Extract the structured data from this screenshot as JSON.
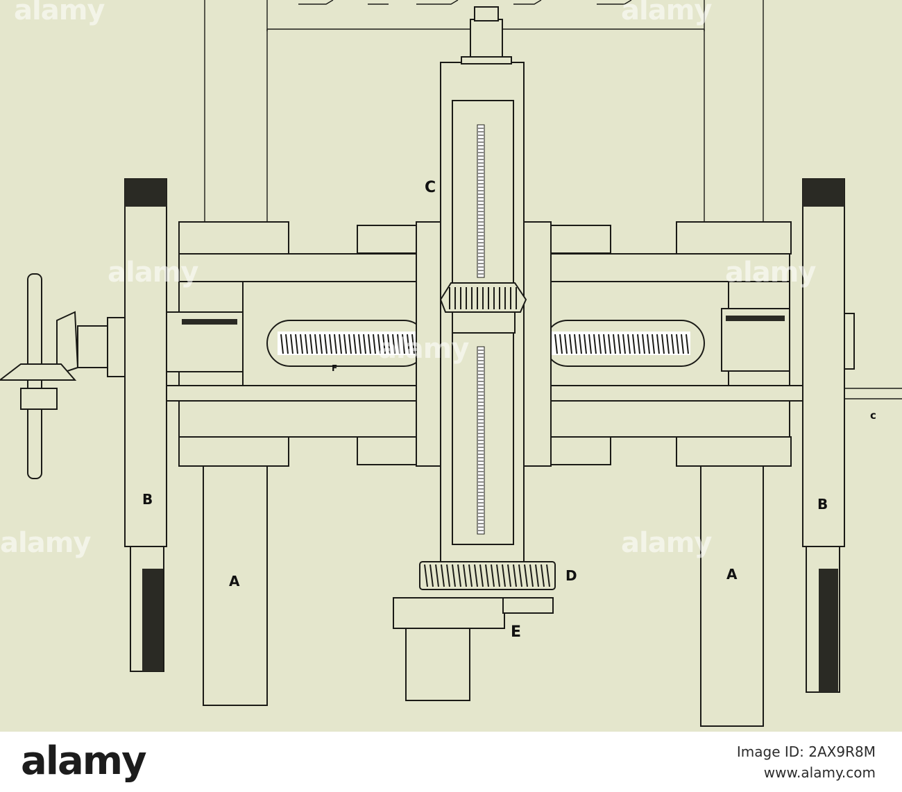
{
  "diagram": {
    "labels": {
      "a_left": "A",
      "a_right": "A",
      "b_left": "B",
      "b_right": "B",
      "c_upper": "C",
      "c_lower": "c",
      "d": "D",
      "e": "E",
      "f": "F"
    }
  },
  "watermark": {
    "text": "alamy"
  },
  "footer": {
    "brand": "alamy",
    "image_id": "Image ID: 2AX9R8M",
    "site": "www.alamy.com"
  }
}
